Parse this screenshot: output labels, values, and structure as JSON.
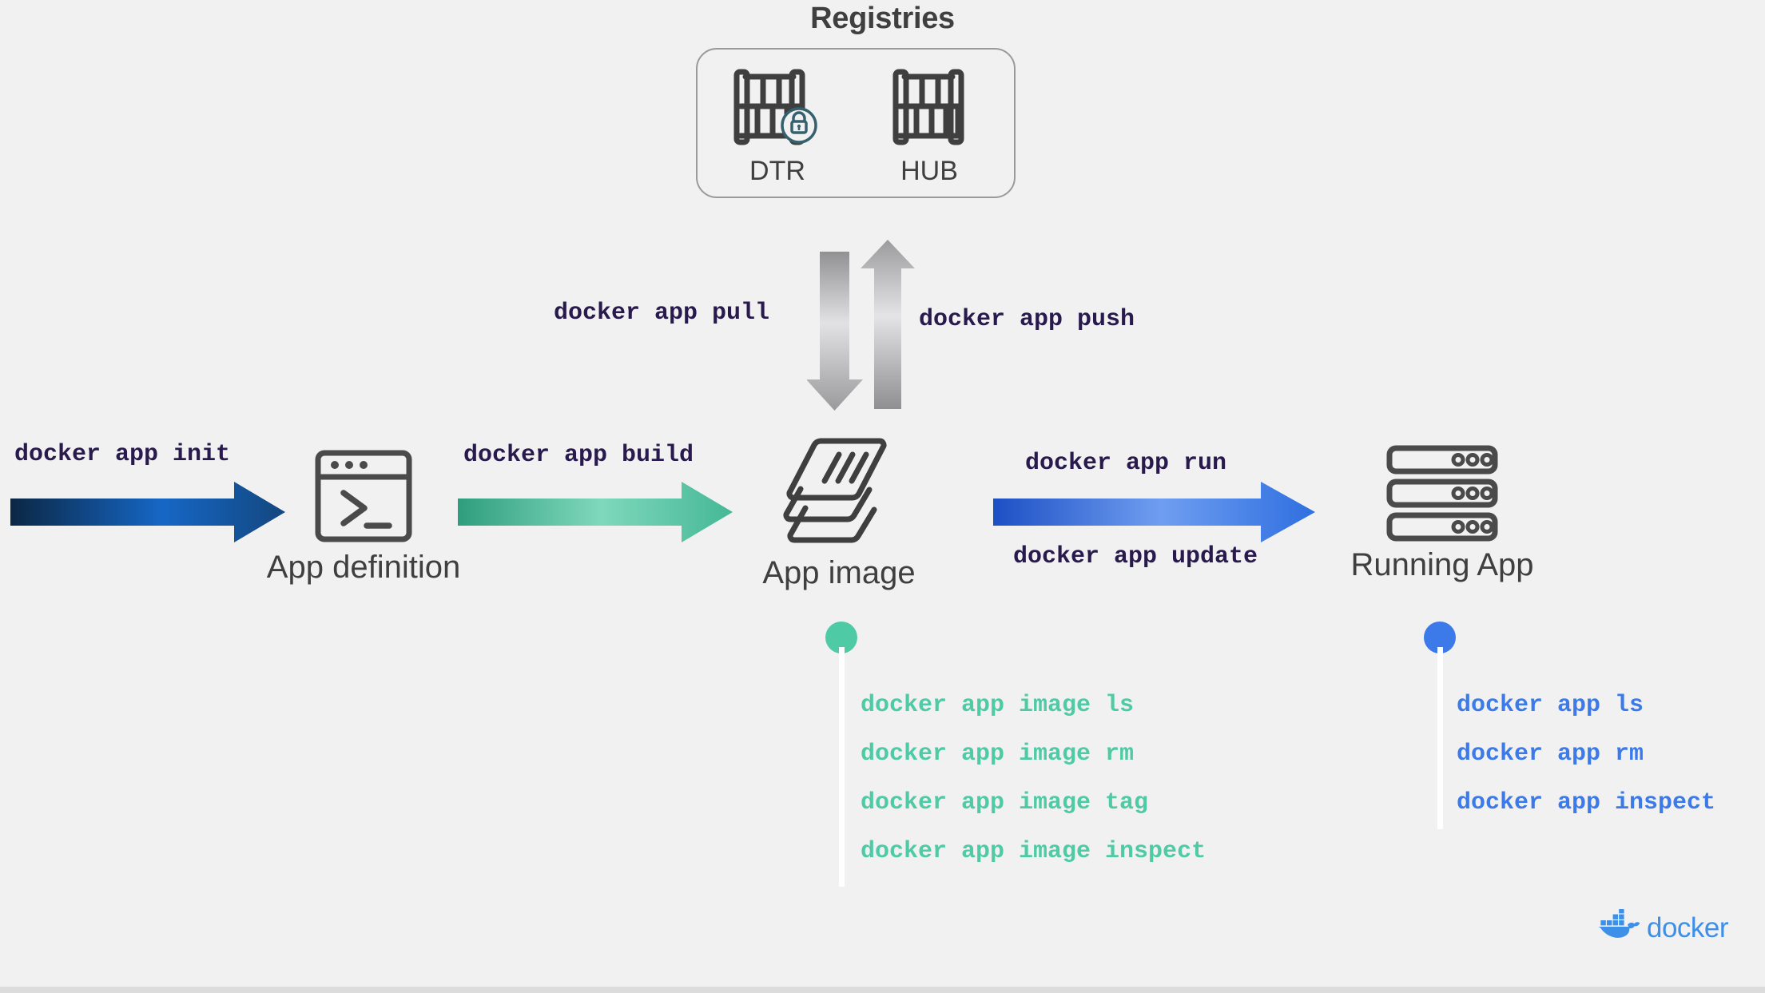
{
  "page": {
    "background_color": "#f1f1f1",
    "title_text": "Registries"
  },
  "registries": {
    "title": "Registries",
    "items": [
      {
        "icon": "registry-rack-locked-icon",
        "label": "DTR"
      },
      {
        "icon": "registry-rack-icon",
        "label": "HUB"
      }
    ]
  },
  "transfer": {
    "pull_command": "docker app pull",
    "push_command": "docker app push",
    "down_arrow_icon": "arrow-down-icon",
    "up_arrow_icon": "arrow-up-icon",
    "arrow_color": "#9b9b9e"
  },
  "flow": {
    "steps": [
      {
        "command": "docker app init",
        "arrow_name": "init-arrow",
        "arrow_color_start": "#0d2b4a",
        "arrow_color_end": "#1565c0"
      },
      {
        "command": "docker app build",
        "arrow_name": "build-arrow",
        "arrow_color_start": "#2fa07e",
        "arrow_color_end": "#4ec3a0"
      },
      {
        "command": "docker app run",
        "command_secondary": "docker app update",
        "arrow_name": "run-arrow",
        "arrow_color_start": "#1b54cc",
        "arrow_color_end": "#6f9ff0"
      }
    ],
    "nodes": [
      {
        "icon": "terminal-window-icon",
        "label": "App definition"
      },
      {
        "icon": "layers-stack-icon",
        "label": "App image"
      },
      {
        "icon": "server-rack-icon",
        "label": "Running App"
      }
    ]
  },
  "image_commands": {
    "accent_color": "#4ecaa4",
    "dot_icon": "connector-dot-icon",
    "items": [
      "docker app image ls",
      "docker app image rm",
      "docker app image tag",
      "docker app image inspect"
    ]
  },
  "app_commands": {
    "accent_color": "#3b7ae8",
    "dot_icon": "connector-dot-icon",
    "items": [
      "docker app ls",
      "docker app rm",
      "docker app inspect"
    ]
  },
  "branding": {
    "wordmark": "docker",
    "logo_icon": "docker-whale-icon",
    "color": "#3d8fe8"
  },
  "command_text_color": "#291a4e"
}
